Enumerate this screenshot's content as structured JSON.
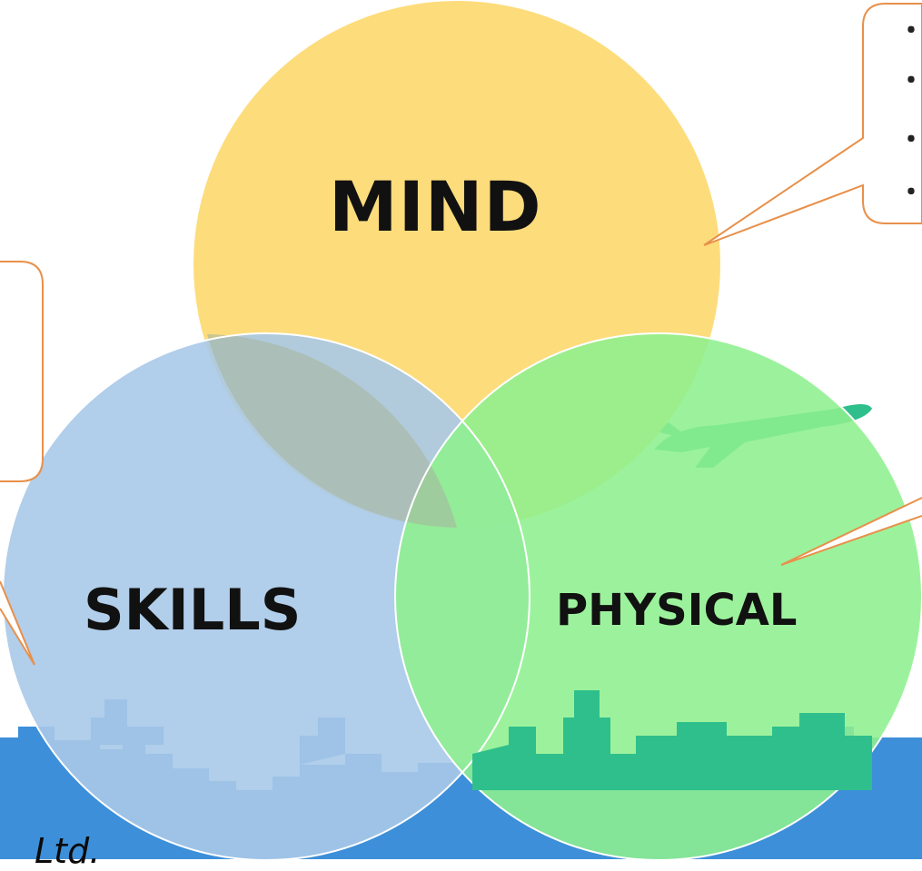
{
  "circles": {
    "mind": {
      "label": "MIND",
      "color": "#fdd76a"
    },
    "skills": {
      "label": "SKILLS",
      "color": "#a9c9e8"
    },
    "physical": {
      "label": "PHYSICAL",
      "color": "#8ef08e"
    }
  },
  "callouts": {
    "mind_bullets": [
      "・",
      "・",
      "・",
      "・"
    ]
  },
  "footer": {
    "text": "Ltd."
  },
  "colors": {
    "callout_border": "#e8904a",
    "skyline_blue": "#3d8fd9",
    "skyline_green": "#2fbf8c",
    "airplane": "#2fbf8c"
  },
  "icons": {
    "airplane": "airplane-icon",
    "skyline": "city-skyline-icon"
  }
}
